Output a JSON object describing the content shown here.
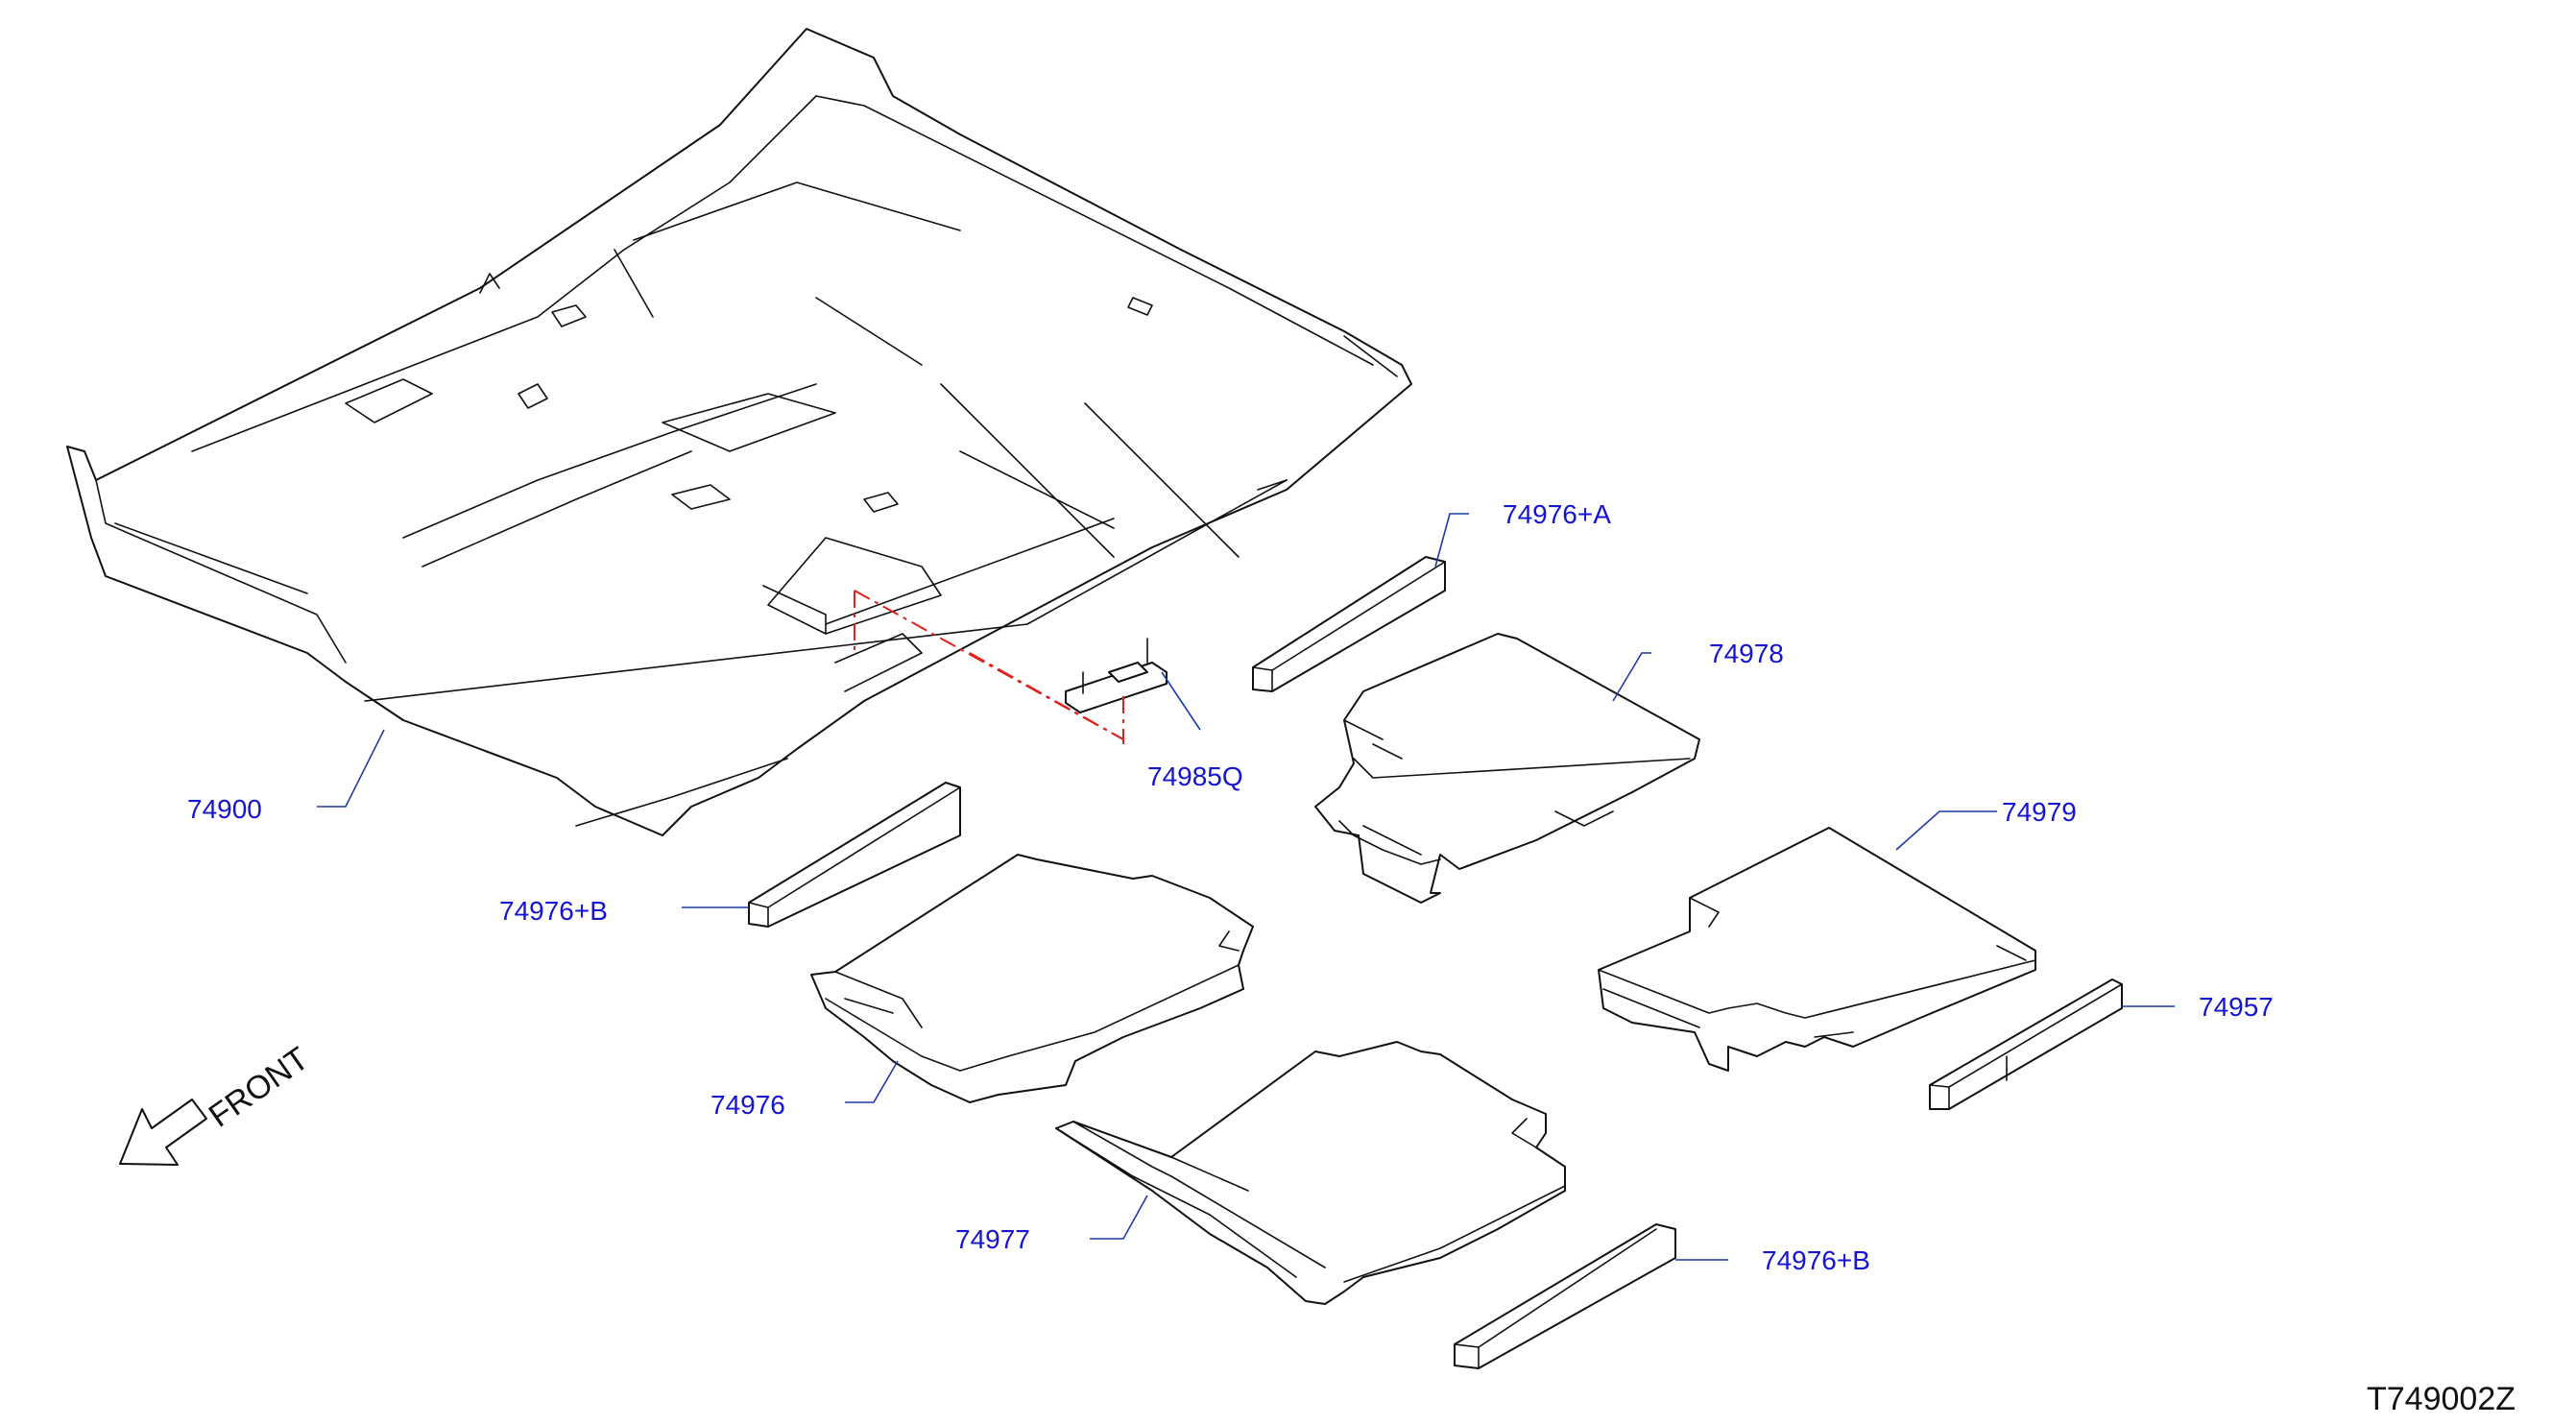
{
  "diagram_id": "T749002Z",
  "direction_label": "FRONT",
  "colors": {
    "callout_text": "#1414d2",
    "leader_line": "#1e3aa8",
    "phantom_line": "#e0201b",
    "outline": "#111111"
  },
  "callouts": [
    {
      "id": "74900",
      "label": "74900"
    },
    {
      "id": "74976_a",
      "label": "74976+A"
    },
    {
      "id": "74978",
      "label": "74978"
    },
    {
      "id": "74985q",
      "label": "74985Q"
    },
    {
      "id": "74979",
      "label": "74979"
    },
    {
      "id": "74976_b_upper",
      "label": "74976+B"
    },
    {
      "id": "74957",
      "label": "74957"
    },
    {
      "id": "74976",
      "label": "74976"
    },
    {
      "id": "74977",
      "label": "74977"
    },
    {
      "id": "74976_b_lower",
      "label": "74976+B"
    }
  ]
}
